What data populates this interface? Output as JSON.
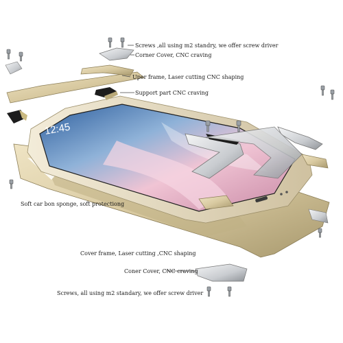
{
  "callouts": {
    "screws_top": "Screws ,all using m2 standry, we offer screw driver",
    "corner_cover_top": "Corner Cover, CNC craving",
    "upper_frame": "Uper frame, Laser cutting CNC shaping",
    "support_part": "Support part CNC craving",
    "sponge": "Soft car bon sponge, soft protectiong",
    "cover_frame": "Cover frame, Laser cutting ,CNC shaping",
    "corner_cover_bottom": "Coner Cover, CNC craving",
    "screws_bottom": "Screws, all using m2 standary, we offer screw driver"
  },
  "phone_screen": {
    "clock": "12:45"
  },
  "colors": {
    "gold": "#d8c9a0",
    "gold_dark": "#a8996e",
    "silver": "#c9ccd0",
    "screen_pink": "#e8b5c8",
    "screen_blue": "#4a7ab5",
    "sponge_black": "#1c1c1c"
  }
}
